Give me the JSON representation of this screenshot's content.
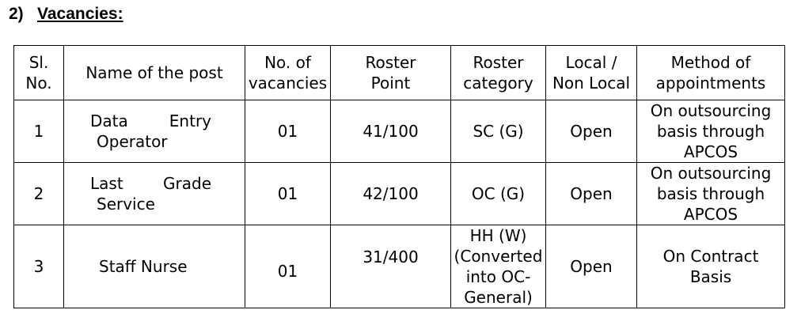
{
  "heading": {
    "number": "2)",
    "title": "Vacancies:"
  },
  "table": {
    "columns": [
      "Sl.\nNo.",
      "Name of the post",
      "No. of\nvacancies",
      "Roster\nPoint",
      "Roster\ncategory",
      "Local /\nNon Local",
      "Method of\nappointments"
    ],
    "rows": [
      {
        "sl_no": "1",
        "post_line1": "Data Entry",
        "post_line2": "Operator",
        "vacancies": "01",
        "roster_point": "41/100",
        "roster_category": "SC (G)",
        "local": "Open",
        "method": "On outsourcing\nbasis through\nAPCOS"
      },
      {
        "sl_no": "2",
        "post_line1": "Last Grade",
        "post_line2": "Service",
        "vacancies": "01",
        "roster_point": "42/100",
        "roster_category": "OC (G)",
        "local": "Open",
        "method": "On outsourcing\nbasis through\nAPCOS"
      },
      {
        "sl_no": "3",
        "post_name": "Staff Nurse",
        "vacancies": "01",
        "roster_point": "31/400",
        "roster_category": "HH (W)\n(Converted\ninto OC-\nGeneral)",
        "local": "Open",
        "method": "On Contract\nBasis"
      }
    ]
  }
}
